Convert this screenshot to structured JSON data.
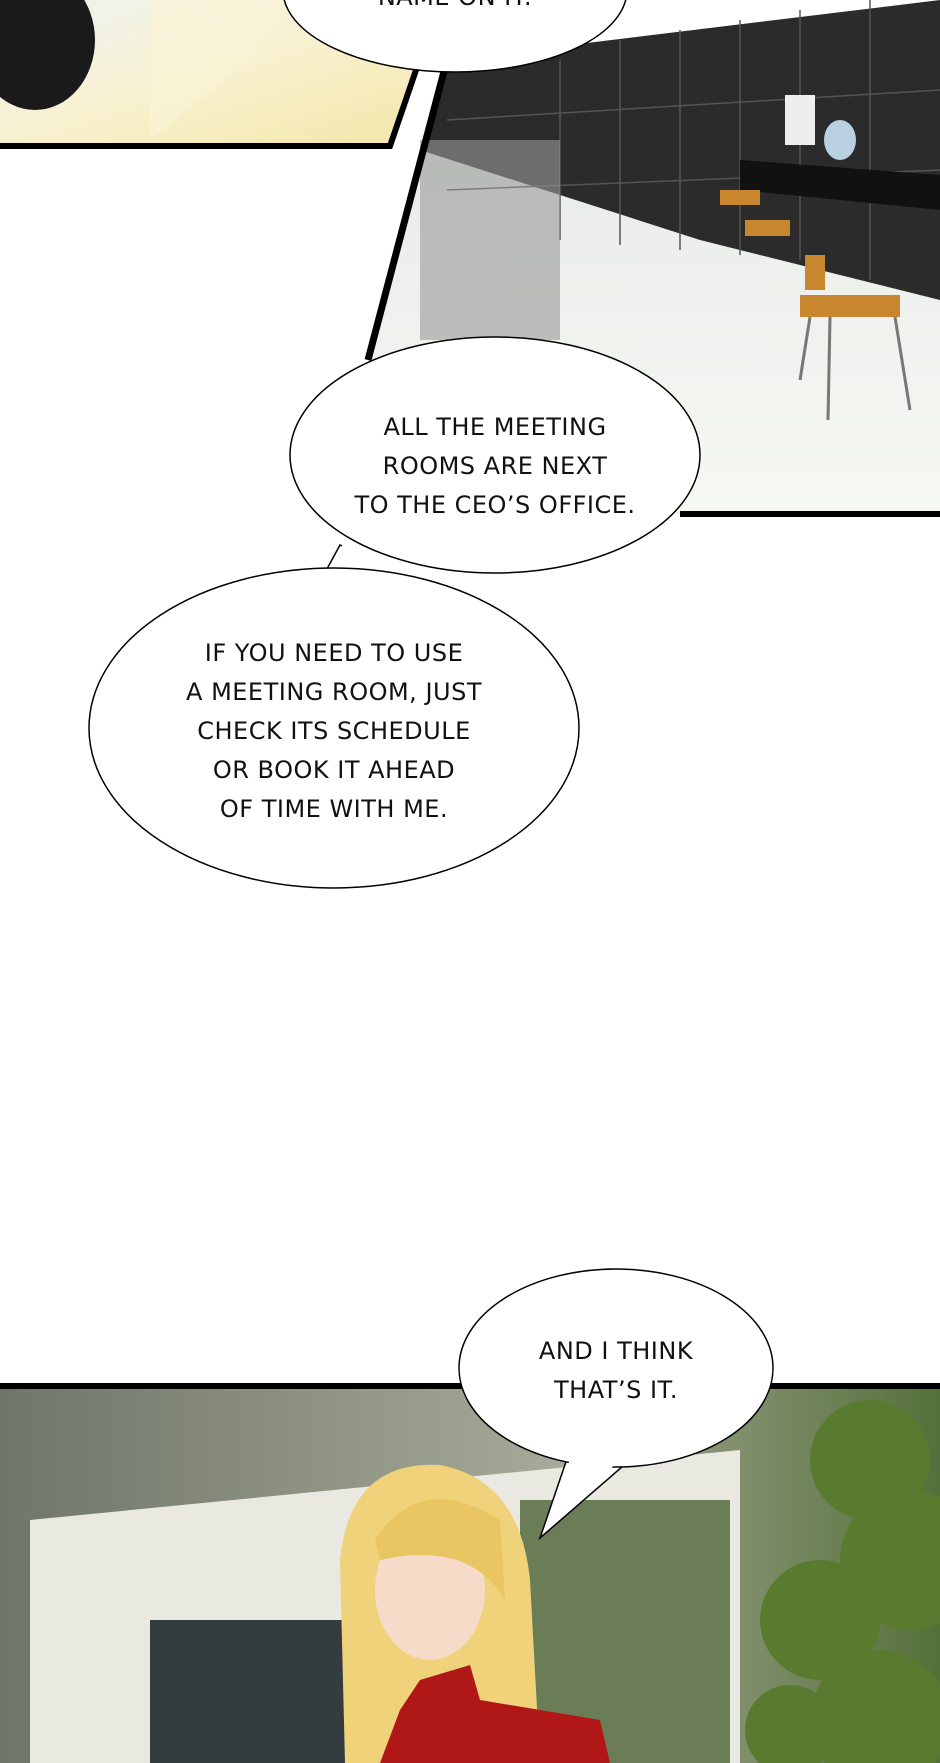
{
  "dialogue": [
    {
      "id": "top",
      "lines": [
        "NAME ON IT."
      ]
    },
    {
      "id": "meeting-rooms",
      "lines": [
        "ALL THE MEETING",
        "ROOMS ARE NEXT",
        "TO THE CEO’S OFFICE."
      ]
    },
    {
      "id": "booking",
      "lines": [
        "IF YOU NEED TO USE",
        "A MEETING ROOM, JUST",
        "CHECK ITS SCHEDULE",
        "OR BOOK IT AHEAD",
        "OF TIME WITH ME."
      ]
    },
    {
      "id": "thats-it",
      "lines": [
        "AND I THINK",
        "THAT’S IT."
      ]
    }
  ],
  "colors": {
    "panel_border": "#000000",
    "kitchen_wall": "#2a2a2a",
    "floor_left": "#f6efc8",
    "sweater": "#b01818",
    "hair": "#f0d27a",
    "foliage": "#4d6b2a"
  }
}
